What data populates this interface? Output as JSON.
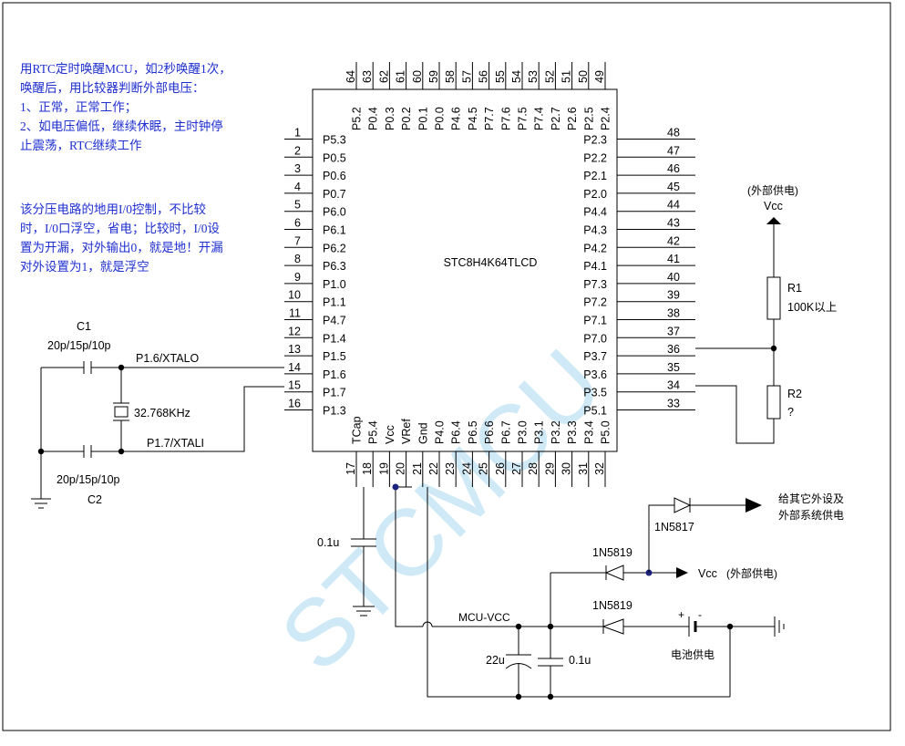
{
  "chip": {
    "name": "STC8H4K64TLCD"
  },
  "left_pins": [
    {
      "num": "1",
      "name": "P5.3"
    },
    {
      "num": "2",
      "name": "P0.5"
    },
    {
      "num": "3",
      "name": "P0.6"
    },
    {
      "num": "4",
      "name": "P0.7"
    },
    {
      "num": "5",
      "name": "P6.0"
    },
    {
      "num": "6",
      "name": "P6.1"
    },
    {
      "num": "7",
      "name": "P6.2"
    },
    {
      "num": "8",
      "name": "P6.3"
    },
    {
      "num": "9",
      "name": "P1.0"
    },
    {
      "num": "10",
      "name": "P1.1"
    },
    {
      "num": "11",
      "name": "P4.7"
    },
    {
      "num": "12",
      "name": "P1.4"
    },
    {
      "num": "13",
      "name": "P1.5"
    },
    {
      "num": "14",
      "name": "P1.6"
    },
    {
      "num": "15",
      "name": "P1.7"
    },
    {
      "num": "16",
      "name": "P1.3"
    }
  ],
  "right_pins": [
    {
      "num": "48",
      "name": "P2.3"
    },
    {
      "num": "47",
      "name": "P2.2"
    },
    {
      "num": "46",
      "name": "P2.1"
    },
    {
      "num": "45",
      "name": "P2.0"
    },
    {
      "num": "44",
      "name": "P4.4"
    },
    {
      "num": "43",
      "name": "P4.3"
    },
    {
      "num": "42",
      "name": "P4.2"
    },
    {
      "num": "41",
      "name": "P4.1"
    },
    {
      "num": "40",
      "name": "P7.3"
    },
    {
      "num": "39",
      "name": "P7.2"
    },
    {
      "num": "38",
      "name": "P7.1"
    },
    {
      "num": "37",
      "name": "P7.0"
    },
    {
      "num": "36",
      "name": "P3.7"
    },
    {
      "num": "35",
      "name": "P3.6"
    },
    {
      "num": "34",
      "name": "P3.5"
    },
    {
      "num": "33",
      "name": "P5.1"
    }
  ],
  "top_pins": [
    {
      "num": "64",
      "name": "P5.2"
    },
    {
      "num": "63",
      "name": "P0.4"
    },
    {
      "num": "62",
      "name": "P0.3"
    },
    {
      "num": "61",
      "name": "P0.2"
    },
    {
      "num": "60",
      "name": "P0.1"
    },
    {
      "num": "59",
      "name": "P0.0"
    },
    {
      "num": "58",
      "name": "P4.6"
    },
    {
      "num": "57",
      "name": "P4.5"
    },
    {
      "num": "56",
      "name": "P7.7"
    },
    {
      "num": "55",
      "name": "P7.6"
    },
    {
      "num": "54",
      "name": "P7.5"
    },
    {
      "num": "53",
      "name": "P7.4"
    },
    {
      "num": "52",
      "name": "P2.7"
    },
    {
      "num": "51",
      "name": "P2.6"
    },
    {
      "num": "50",
      "name": "P2.5"
    },
    {
      "num": "49",
      "name": "P2.4"
    }
  ],
  "bottom_pins": [
    {
      "num": "17",
      "name": "TCap"
    },
    {
      "num": "18",
      "name": "P5.4"
    },
    {
      "num": "19",
      "name": "Vcc"
    },
    {
      "num": "20",
      "name": "VRef"
    },
    {
      "num": "21",
      "name": "Gnd"
    },
    {
      "num": "22",
      "name": "P4.0"
    },
    {
      "num": "23",
      "name": "P6.4"
    },
    {
      "num": "24",
      "name": "P6.5"
    },
    {
      "num": "25",
      "name": "P6.6"
    },
    {
      "num": "26",
      "name": "P6.7"
    },
    {
      "num": "27",
      "name": "P3.0"
    },
    {
      "num": "28",
      "name": "P3.1"
    },
    {
      "num": "29",
      "name": "P3.2"
    },
    {
      "num": "30",
      "name": "P3.3"
    },
    {
      "num": "31",
      "name": "P3.4"
    },
    {
      "num": "32",
      "name": "P5.0"
    }
  ],
  "notes": {
    "note1": [
      "用RTC定时唤醒MCU，如2秒唤醒1次，",
      "唤醒后，用比较器判断外部电压：",
      "1、正常，正常工作；",
      "2、如电压偏低，继续休眠，主时钟停",
      "止震荡，RTC继续工作"
    ],
    "note2": [
      "该分压电路的地用I/0控制，不比较",
      "时，I/0口浮空，省电；比较时，I/0设",
      "置为开漏，对外输出0，就是地！开漏",
      "对外设置为1，就是浮空"
    ]
  },
  "crystal": {
    "c1_label": "C1",
    "c1_value": "20p/15p/10p",
    "c2_label": "C2",
    "c2_value": "20p/15p/10p",
    "freq": "32.768KHz",
    "xtalo": "P1.6/XTALO",
    "xtali": "P1.7/XTALI"
  },
  "divider": {
    "supply_note": "(外部供电)",
    "vcc": "Vcc",
    "r1_label": "R1",
    "r1_value": "100K以上",
    "r2_label": "R2",
    "r2_value": "?"
  },
  "power": {
    "tcap_cap": "0.1u",
    "mcu_vcc": "MCU-VCC",
    "cap_22u": "22u",
    "cap_01u": "0.1u",
    "d1": "1N5817",
    "d2": "1N5819",
    "d3": "1N5819",
    "periph_line1": "给其它外设及",
    "periph_line2": "外部系统供电",
    "vcc_ext_main": "Vcc",
    "vcc_ext_note": "(外部供电)",
    "battery_label": "电池供电",
    "battery_plus": "+",
    "battery_minus": "-"
  },
  "watermark": "STCMCU"
}
